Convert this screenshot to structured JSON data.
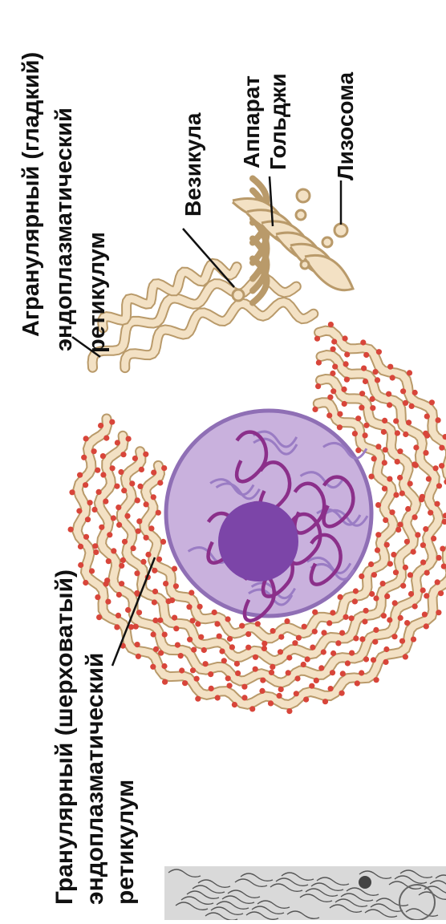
{
  "labels": {
    "smooth_er": [
      "Агранулярный (гладкий)",
      "эндоплазматический",
      "ретикулум"
    ],
    "rough_er": [
      "Гранулярный (шерховатый)",
      "эндоплазматический",
      "ретикулум"
    ],
    "vesicle": "Везикула",
    "golgi": [
      "Аппарат",
      "Гольджи"
    ],
    "lysosome": "Лизосома"
  },
  "colors": {
    "membrane_fill": "#f3e1c4",
    "membrane_stroke": "#b99a6a",
    "ribosome": "#d8453a",
    "nucleus": "#c9b1dd",
    "nucleus_stroke": "#8f6fb5",
    "nucleolus": "#7c45a8",
    "chromatin_dark": "#8b2f8a",
    "chromatin_light": "#9a7cc4",
    "micrograph": "#b9b9b9"
  },
  "icons": [
    "micrograph-image"
  ]
}
